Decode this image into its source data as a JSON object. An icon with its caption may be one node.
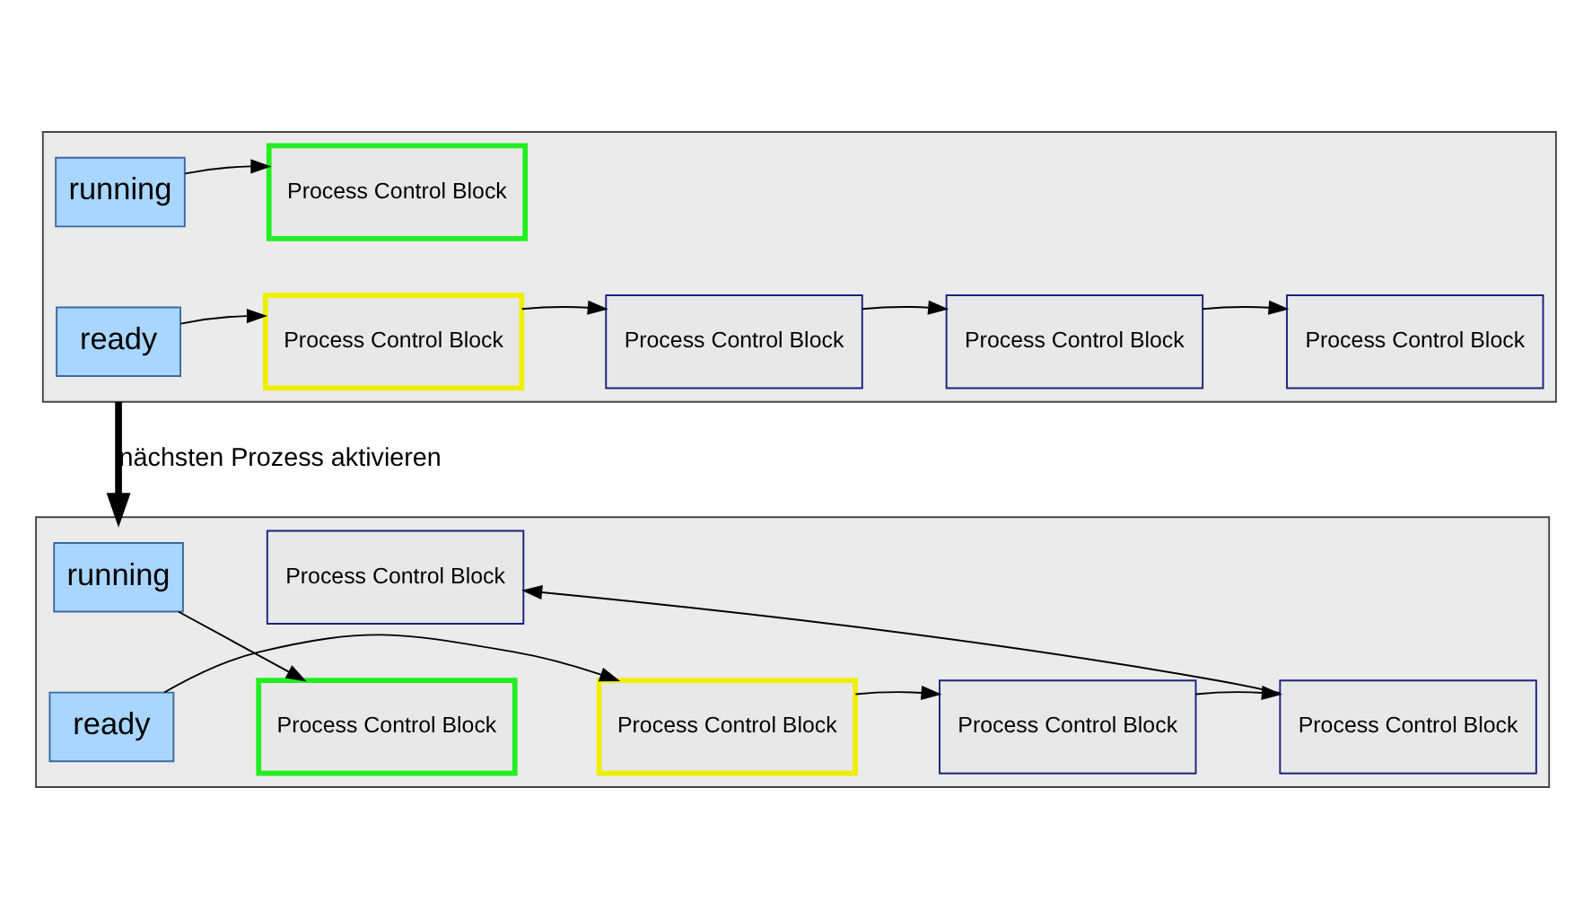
{
  "diagram": {
    "nodes": [
      {
        "text": [],
        "shape": "box"
      },
      {
        "text": [
          "running"
        ],
        "in": 0
      },
      {
        "text": [
          "Process Control Block"
        ],
        "in": 0
      },
      {
        "text": [
          "ready"
        ],
        "in": 0
      },
      {
        "text": [
          "Process Control Block"
        ],
        "in": 0
      },
      {
        "text": [
          "Process Control Block"
        ],
        "in": 0
      },
      {
        "text": [
          "Process Control Block"
        ],
        "in": 0
      },
      {
        "text": [
          "Process Control Block"
        ],
        "in": 0
      },
      {
        "text": [],
        "shape": "box"
      },
      {
        "text": [
          "running"
        ],
        "in": 8
      },
      {
        "text": [
          "Process Control Block"
        ],
        "in": 8
      },
      {
        "text": [
          "ready"
        ],
        "in": 8
      },
      {
        "text": [
          "Process Control Block"
        ],
        "in": 8
      },
      {
        "text": [
          "Process Control Block"
        ],
        "in": 8
      },
      {
        "text": [
          "Process Control Block"
        ],
        "in": 8
      },
      {
        "text": [
          "Process Control Block"
        ],
        "in": 8
      }
    ],
    "edges": [
      {
        "from": 1,
        "to": 2,
        "arrow": "to"
      },
      {
        "from": 3,
        "to": 4,
        "arrow": "to"
      },
      {
        "from": 4,
        "to": 5,
        "arrow": "to"
      },
      {
        "from": 5,
        "to": 6,
        "arrow": "to"
      },
      {
        "from": 6,
        "to": 7,
        "arrow": "to"
      },
      {
        "from": 0,
        "to": 8,
        "arrow": "to",
        "label": "nächsten Prozess aktivieren",
        "style": "thick"
      },
      {
        "from": 9,
        "to": 12,
        "arrow": "to"
      },
      {
        "from": 11,
        "to": 13,
        "arrow": "to"
      },
      {
        "from": 13,
        "to": 14,
        "arrow": "to"
      },
      {
        "from": 14,
        "to": 15,
        "arrow": "to"
      },
      {
        "from": 15,
        "to": 10,
        "arrow": "to"
      }
    ]
  }
}
